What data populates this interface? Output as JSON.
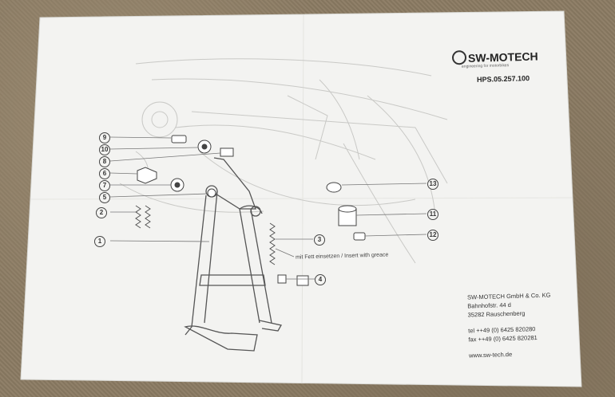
{
  "photo": {
    "subject": "SW-MOTECH center stand installation instruction sheet on carpet"
  },
  "sheet": {
    "logo": "SW-MOTECH",
    "logo_tagline": "engineering for motorbikes",
    "part_number": "HPS.05.257.100",
    "note": "mit Fett einsetzen / Insert with greace",
    "address": {
      "company": "SW-MOTECH GmbH & Co. KG",
      "street": "Bahnhofstr. 44 d",
      "city": "35282 Rauschenberg",
      "tel": "tel  ++49 (0) 6425 820280",
      "fax": "fax ++49 (0) 6425 820281",
      "web": "www.sw-tech.de"
    },
    "callouts": [
      "9",
      "10",
      "8",
      "6",
      "7",
      "5",
      "2",
      "1",
      "3",
      "4",
      "13",
      "11",
      "12"
    ]
  },
  "colors": {
    "carpet": "#8b7b63",
    "paper": "#f3f3f1",
    "line": "#555555"
  }
}
